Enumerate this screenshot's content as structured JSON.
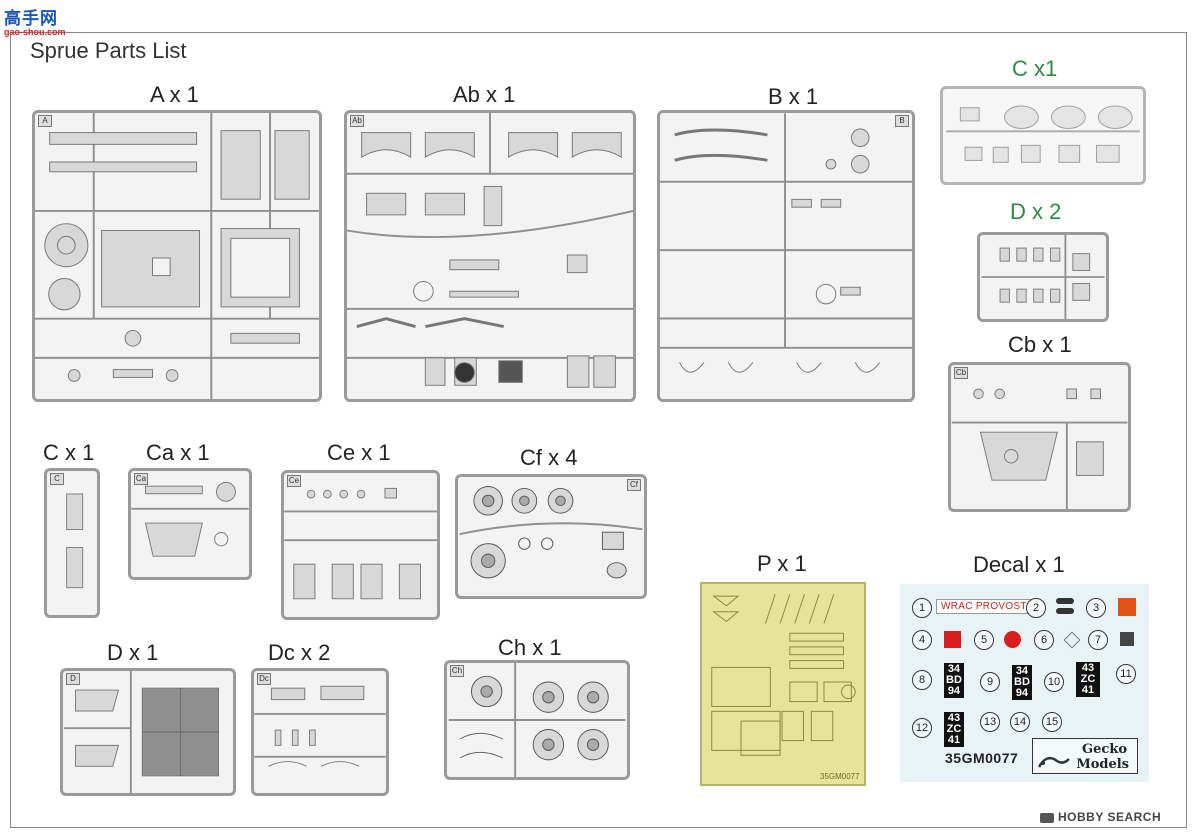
{
  "watermark_top": {
    "chinese": "高手网",
    "url": "gao-shou.com"
  },
  "title": "Sprue Parts List",
  "labels": {
    "A": "A x 1",
    "Ab": "Ab x 1",
    "B": "B x 1",
    "C_top": "C x1",
    "D_top": "D x 2",
    "Cb": "Cb x 1",
    "C": "C x 1",
    "Ca": "Ca x 1",
    "Ce": "Ce x 1",
    "Cf": "Cf x 4",
    "P": "P x 1",
    "Decal": "Decal x 1",
    "D": "D x 1",
    "Dc": "Dc x 2",
    "Ch": "Ch x 1"
  },
  "sprue_letters": {
    "A": "A",
    "Ab": "Ab",
    "B": "B",
    "Cb": "Cb",
    "C": "C",
    "Ca": "Ca",
    "Ce": "Ce",
    "Cf": "Cf",
    "D": "D",
    "Dc": "Dc",
    "Ch": "Ch"
  },
  "pe_code": "35GM0077",
  "decal": {
    "numbers": [
      "1",
      "2",
      "3",
      "4",
      "5",
      "6",
      "7",
      "8",
      "9",
      "10",
      "11",
      "12",
      "13",
      "14",
      "15"
    ],
    "wrac": "WRAC PROVOST",
    "plate_a": [
      "34",
      "BD",
      "94"
    ],
    "plate_b": [
      "34",
      "BD",
      "94"
    ],
    "plate_c": [
      "43",
      "ZC",
      "41"
    ],
    "plate_d": [
      "43",
      "ZC",
      "41"
    ],
    "code": "35GM0077",
    "brand_line1": "Gecko",
    "brand_line2": "Models"
  },
  "watermark_bottom": "HOBBY SEARCH",
  "colors": {
    "sprue_border": "#9a9a9a",
    "pe_fill": "#e6e49a",
    "decal_bg": "#e8f3f8",
    "green_label": "#2d8a46"
  }
}
